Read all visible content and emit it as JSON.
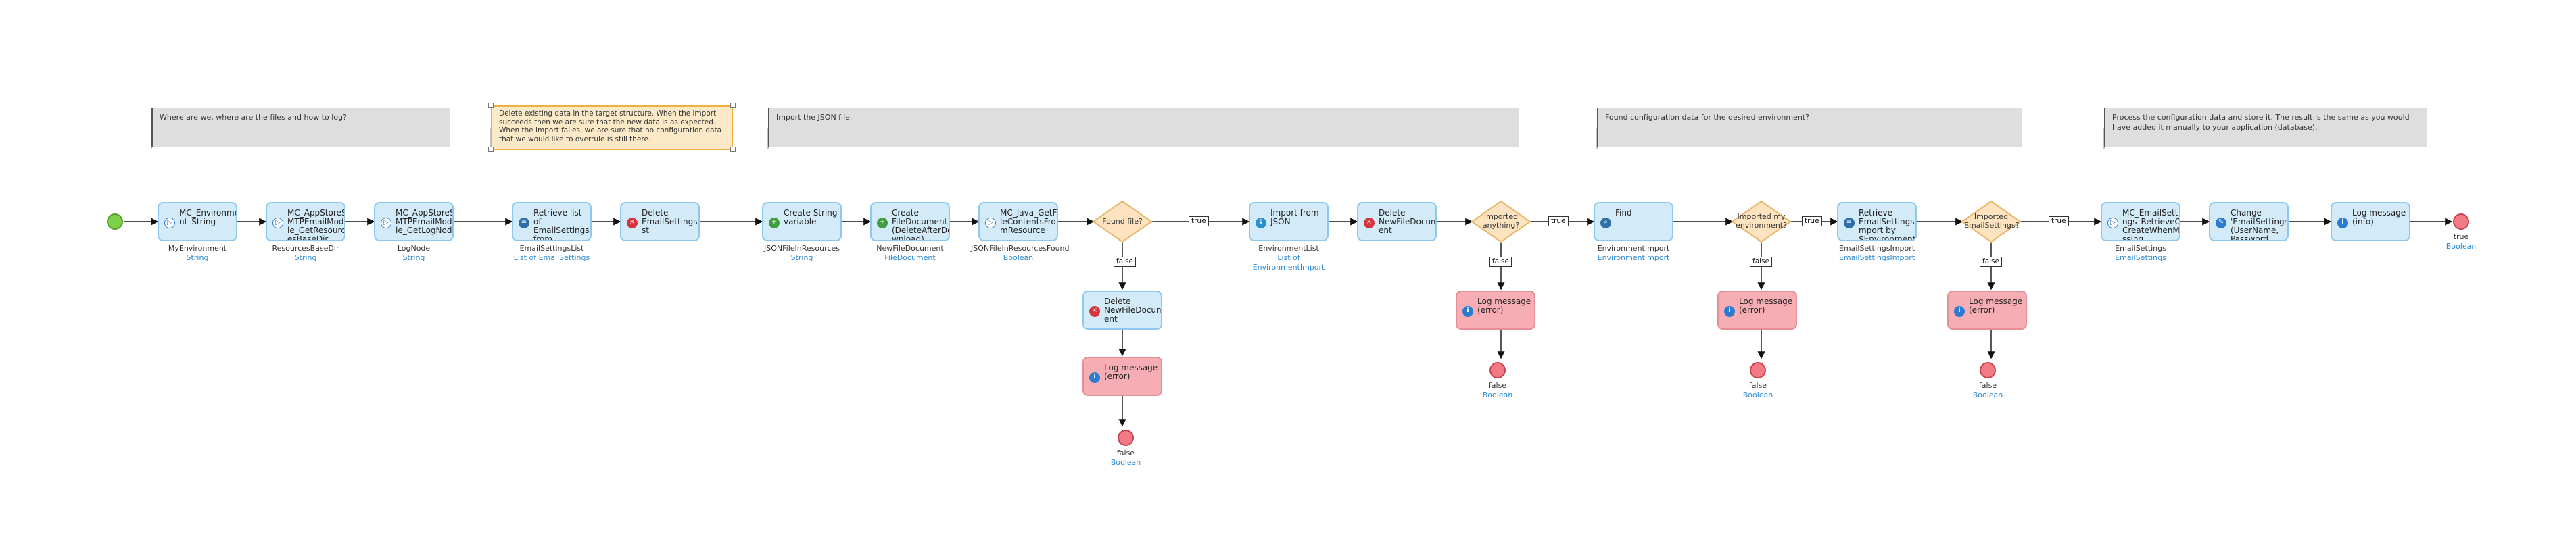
{
  "notes": [
    "Where are we, where are the files and how to log?",
    "Delete existing data in the target structure. When the import succeeds then we are sure that the new data is as expected. When the import failes, we are sure that no configuration data that we would like to overrule is still there.",
    "Import the JSON file.",
    "Found configuration data for the desired environment?",
    "Process the configuration data and store it. The result is the same as you would have added it manually to your application (database)."
  ],
  "activities": [
    {
      "label": "MC_Environme nt_String",
      "icon": "microflow-call-icon"
    },
    {
      "label": "MC_AppStoreS MTPEmailModu le_GetResourc esBaseDir",
      "icon": "microflow-call-icon"
    },
    {
      "label": "MC_AppStoreS MTPEmailModu le_GetLogNode",
      "icon": "microflow-call-icon"
    },
    {
      "label": "Retrieve list of EmailSettings from database",
      "icon": "database-retrieve-icon"
    },
    {
      "label": "Delete EmailSettingsLi st",
      "icon": "delete-icon"
    },
    {
      "label": "Create String variable",
      "icon": "create-variable-icon"
    },
    {
      "label": "Create FileDocument (DeleteAfterDo wnload)",
      "icon": "create-object-icon"
    },
    {
      "label": "MC_Java_GetFi leContentsFro mResource",
      "icon": "microflow-call-icon"
    },
    {
      "label": "Import from JSON",
      "icon": "import-json-icon"
    },
    {
      "label": "Delete NewFileDocum ent",
      "icon": "delete-icon"
    },
    {
      "label": "Find",
      "icon": "find-icon"
    },
    {
      "label": "Retrieve EmailSettingsI mport by $Environment",
      "icon": "database-retrieve-icon"
    },
    {
      "label": "MC_EmailSett ngs_RetrieveOr CreateWhenMi ssing",
      "icon": "microflow-call-icon"
    },
    {
      "label": "Change 'EmailSettings' (UserName, Password, Serv",
      "icon": "change-object-icon"
    },
    {
      "label": "Log message (info)",
      "icon": "log-icon"
    },
    {
      "label": "Delete NewFileDocum ent",
      "icon": "delete-icon"
    },
    {
      "label": "Log message (error)",
      "icon": "log-icon"
    },
    {
      "label": "Log message (error)",
      "icon": "log-icon"
    },
    {
      "label": "Log message (error)",
      "icon": "log-icon"
    },
    {
      "label": "Log message (error)",
      "icon": "log-icon"
    }
  ],
  "outputs": [
    {
      "name": "MyEnvironment",
      "type": "String"
    },
    {
      "name": "ResourcesBaseDir",
      "type": "String"
    },
    {
      "name": "LogNode",
      "type": "String"
    },
    {
      "name": "EmailSettingsList",
      "type": "List of EmailSettings"
    },
    {
      "name": "JSONFileInResources",
      "type": "String"
    },
    {
      "name": "NewFileDocument",
      "type": "FileDocument"
    },
    {
      "name": "JSONFileInResourcesFound",
      "type": "Boolean"
    },
    {
      "name": "EnvironmentList",
      "type": "List of EnvironmentImport"
    },
    {
      "name": "EnvironmentImport",
      "type": "EnvironmentImport"
    },
    {
      "name": "EmailSettingsImport",
      "type": "EmailSettingsImport"
    },
    {
      "name": "EmailSettings",
      "type": "EmailSettings"
    }
  ],
  "decisions": [
    "Found file?",
    "Imported anything?",
    "Imported my environment?",
    "Imported EmailSettings?"
  ],
  "flow_labels": {
    "true": "true",
    "false": "false"
  },
  "end_events": [
    {
      "value": "true",
      "type": "Boolean"
    },
    {
      "value": "false",
      "type": "Boolean"
    },
    {
      "value": "false",
      "type": "Boolean"
    },
    {
      "value": "false",
      "type": "Boolean"
    },
    {
      "value": "false",
      "type": "Boolean"
    }
  ],
  "colors": {
    "activity_fill": "#d3ebf9",
    "activity_border": "#8fc8ee",
    "error_fill": "#f6aeb4",
    "decision_fill": "#fde3c0",
    "start": "#7fd14a",
    "end": "#f27a84",
    "type_text": "#2b8ad6"
  }
}
